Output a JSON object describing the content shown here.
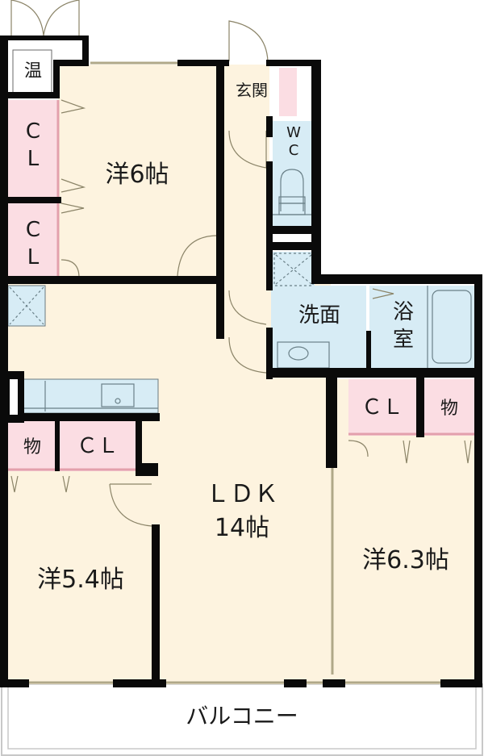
{
  "floor_plan": {
    "colors": {
      "wall": "#0a0a0a",
      "room_floor": "#fdf3df",
      "storage_pink": "#fbdde3",
      "wet_area_blue": "#d7ecf5",
      "fixture_line": "#8a9aa0",
      "door_line": "#8b8468",
      "balcony_line": "#b8b8b8"
    },
    "rooms": {
      "western_6": {
        "label": "洋6帖"
      },
      "western_5_4": {
        "label": "洋5.4帖"
      },
      "western_6_3": {
        "label": "洋6.3帖"
      },
      "ldk": {
        "label": "ＬＤＫ",
        "size": "14帖"
      },
      "entrance": {
        "label": "玄関"
      },
      "wc": {
        "label_line1": "W",
        "label_line2": "C"
      },
      "washroom": {
        "label": "洗面"
      },
      "bathroom": {
        "label_line1": "浴",
        "label_line2": "室"
      },
      "water_heater": {
        "label": "温"
      },
      "balcony": {
        "label": "バルコニー"
      }
    },
    "storage": {
      "closet_upper": {
        "label_line1": "C",
        "label_line2": "L"
      },
      "closet_lower": {
        "label_line1": "C",
        "label_line2": "L"
      },
      "closet_middle_left": {
        "label": "ＣＬ"
      },
      "storage_middle_left": {
        "label": "物"
      },
      "closet_right": {
        "label": "ＣＬ"
      },
      "storage_right": {
        "label": "物"
      }
    }
  }
}
